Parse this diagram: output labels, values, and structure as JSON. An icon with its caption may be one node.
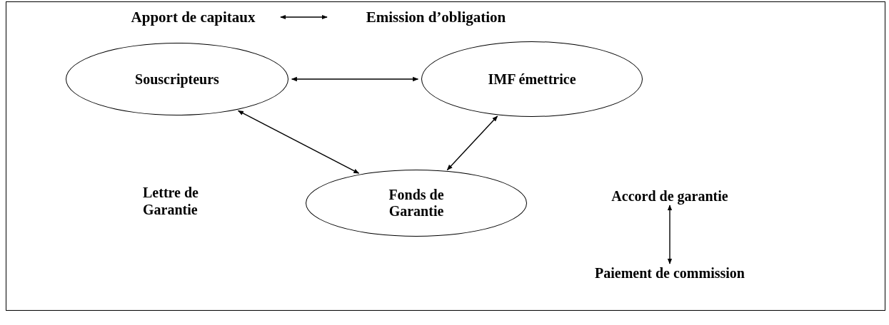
{
  "diagram": {
    "nodes": [
      {
        "text": [
          "Souscripteurs"
        ]
      },
      {
        "text": [
          "IMF émettrice"
        ]
      },
      {
        "text": [
          "Fonds de Garantie"
        ]
      },
      {
        "text": [
          "Apport de capitaux"
        ]
      },
      {
        "text": [
          "Emission d’obligation"
        ]
      },
      {
        "text": [
          "Accord de garantie"
        ]
      },
      {
        "text": [
          "Paiement de commission"
        ]
      }
    ],
    "edges": [
      {
        "from": 0,
        "to": 1,
        "arrow": "both"
      },
      {
        "from": 0,
        "to": 2,
        "arrow": "both"
      },
      {
        "from": 1,
        "to": 2,
        "arrow": "both"
      },
      {
        "from": 3,
        "to": 4,
        "arrow": "both"
      },
      {
        "from": 5,
        "to": 6,
        "arrow": "both"
      }
    ],
    "labels": [
      "Lettre de Garantie"
    ]
  }
}
